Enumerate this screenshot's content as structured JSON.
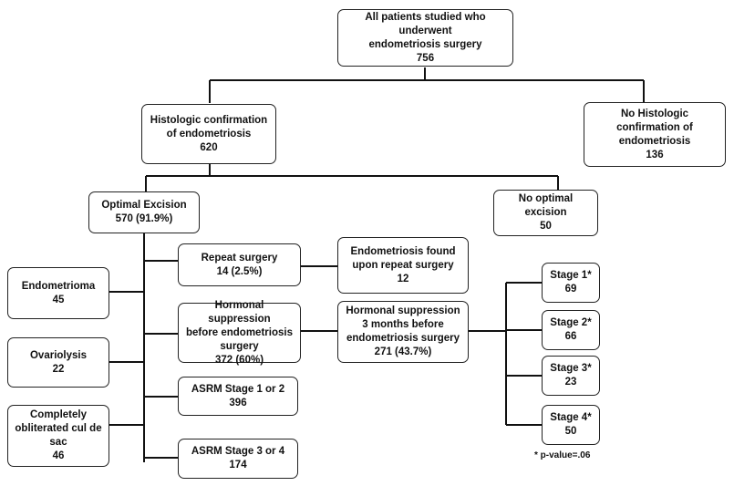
{
  "nodes": {
    "all_patients": {
      "lines": [
        "All patients studied who underwent",
        "endometriosis surgery",
        "756"
      ]
    },
    "histologic_confirmation": {
      "lines": [
        "Histologic confirmation",
        "of endometriosis",
        "620"
      ]
    },
    "no_histologic_confirmation": {
      "lines": [
        "No Histologic",
        "confirmation of",
        "endometriosis",
        "136"
      ]
    },
    "optimal_excision": {
      "lines": [
        "Optimal Excision",
        "570 (91.9%)"
      ]
    },
    "no_optimal_excision": {
      "lines": [
        "No optimal",
        "excision",
        "50"
      ]
    },
    "endometrioma": {
      "lines": [
        "Endometrioma",
        "45"
      ]
    },
    "ovariolysis": {
      "lines": [
        "Ovariolysis",
        "22"
      ]
    },
    "obliterated_cul_de_sac": {
      "lines": [
        "Completely",
        "obliterated cul de",
        "sac",
        "46"
      ]
    },
    "repeat_surgery": {
      "lines": [
        "Repeat surgery",
        "14 (2.5%)"
      ]
    },
    "endometriosis_found_repeat": {
      "lines": [
        "Endometriosis found",
        "upon repeat surgery",
        "12"
      ]
    },
    "hormonal_suppression": {
      "lines": [
        "Hormonal suppression",
        "before endometriosis",
        "surgery",
        "372 (60%)"
      ]
    },
    "hormonal_suppression_3mo": {
      "lines": [
        "Hormonal suppression",
        "3 months before",
        "endometriosis surgery",
        "271 (43.7%)"
      ]
    },
    "asrm_stage_1_2": {
      "lines": [
        "ASRM Stage 1 or 2",
        "396"
      ]
    },
    "asrm_stage_3_4": {
      "lines": [
        "ASRM Stage 3 or 4",
        "174"
      ]
    },
    "stage_1": {
      "lines": [
        "Stage 1*",
        "69"
      ]
    },
    "stage_2": {
      "lines": [
        "Stage 2*",
        "66"
      ]
    },
    "stage_3": {
      "lines": [
        "Stage 3*",
        "23"
      ]
    },
    "stage_4": {
      "lines": [
        "Stage 4*",
        "50"
      ]
    }
  },
  "footnote": "* p-value=.06"
}
